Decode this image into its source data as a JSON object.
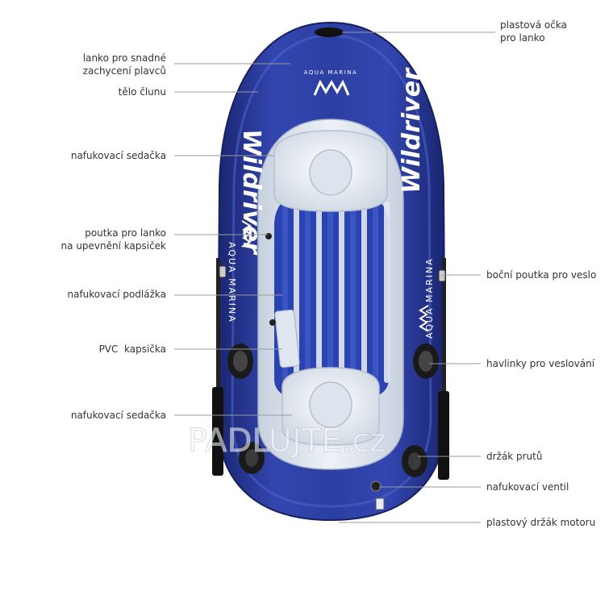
{
  "callouts_left": [
    {
      "id": "lanko",
      "lines": [
        "lanko pro snadné",
        "zachycení plavců"
      ]
    },
    {
      "id": "telo",
      "lines": [
        "tělo člunu"
      ]
    },
    {
      "id": "sedacka1",
      "lines": [
        "nafukovací sedačka"
      ]
    },
    {
      "id": "poutka",
      "lines": [
        "poutka pro lanko",
        "na upevnění kapsiček"
      ]
    },
    {
      "id": "podlazka",
      "lines": [
        "nafukovací podlážka"
      ]
    },
    {
      "id": "kapsicka",
      "lines": [
        "PVC  kapsička"
      ]
    },
    {
      "id": "sedacka2",
      "lines": [
        "nafukovací sedačka"
      ]
    }
  ],
  "callouts_right": [
    {
      "id": "ocka",
      "lines": [
        "plastová očka",
        "pro lanko"
      ]
    },
    {
      "id": "bocni",
      "lines": [
        "boční poutka pro veslo"
      ]
    },
    {
      "id": "havlinky",
      "lines": [
        "havlinky pro veslování"
      ]
    },
    {
      "id": "drzak-prutu",
      "lines": [
        "držák prutů"
      ]
    },
    {
      "id": "ventil",
      "lines": [
        "nafukovací ventil"
      ]
    },
    {
      "id": "motor",
      "lines": [
        "plastový držák motoru"
      ]
    }
  ],
  "boat": {
    "model_name": "Wildriver",
    "brand": "AQUA MARINA",
    "hull_color": "#2a3f9e",
    "hull_dark": "#1c2a78",
    "seat_color": "#e8edf3",
    "floor_stripe_color": "#3b55c4",
    "icon": "aqua-marina-logo-icon"
  },
  "watermark": "PADLUJTE.cz"
}
